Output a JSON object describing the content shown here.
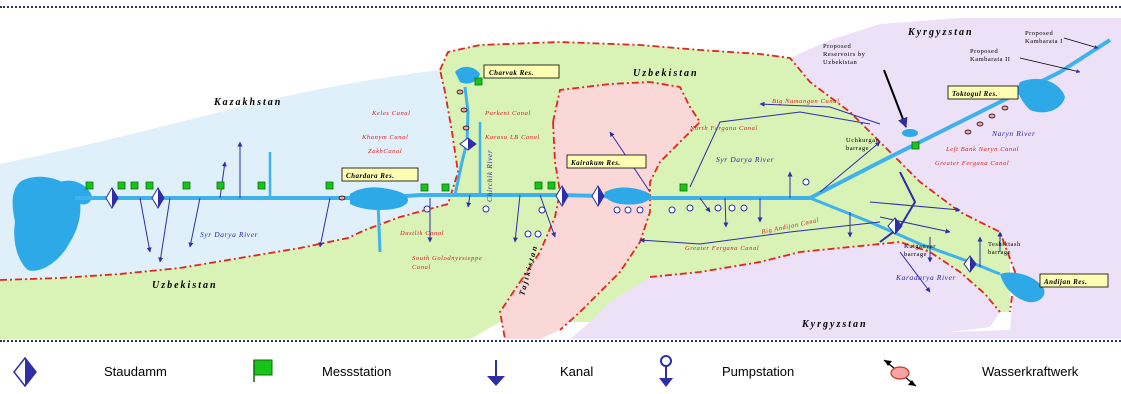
{
  "countries": {
    "kazakhstan": "Kazakhstan",
    "uzbekistan_north": "Uzbekistan",
    "uzbekistan_south": "Uzbekistan",
    "kyrgyzstan_north": "Kyrgyzstan",
    "kyrgyzstan_south": "Kyrgyzstan",
    "tajikistan": "Tajikistan"
  },
  "reservoirs": {
    "charvak": "Charvak Res.",
    "chardara": "Chardara Res.",
    "kairakum": "Kairakum Res.",
    "toktogul": "Toktogul Res.",
    "andijan": "Andijan Res."
  },
  "canals": {
    "keles": "Keles Canal",
    "parkent": "Parkent Canal",
    "khanym": "Khanym Canal",
    "karasu": "Karasu LB Canal",
    "zakh": "ZakhCanal",
    "dustlik": "Dustlik Canal",
    "south_golod_1": "South Golodnyesteppe",
    "south_golod_2": "Canal",
    "north_fergana": "North Fergana Canal",
    "big_namangan": "Big Namangan Canal",
    "left_bank_naryn": "Left Bank Naryn Canal",
    "greater_fergana_1": "Greater Fergana Canal",
    "greater_fergana_2": "Greater Fergana Canal",
    "big_andijan": "Big Andijan Canal"
  },
  "rivers": {
    "syr_darya_west": "Syr Darya River",
    "syr_darya_east": "Syr Darya River",
    "chirchik": "Chirchik River",
    "naryn": "Naryn River",
    "karadarya": "Karadarya River"
  },
  "notes": {
    "proposed_res_1": "Proposed",
    "proposed_res_2": "Reservoirs by",
    "proposed_res_3": "Uzbekistan",
    "kambarata1_1": "Proposed",
    "kambarata1_2": "Kambarata I",
    "kambarata2_1": "Proposed",
    "kambarata2_2": "Kambarata II",
    "uchkurgan_1": "Uchkurgan",
    "uchkurgan_2": "barrage",
    "kuiganyar_1": "Kuiganyar",
    "kuiganyar_2": "barrage",
    "teshiktash_1": "Teshiktash",
    "teshiktash_2": "barrage"
  },
  "legend": {
    "dam": "Staudamm",
    "gauge": "Messstation",
    "canal": "Kanal",
    "pump": "Pumpstation",
    "hydro": "Wasserkraftwerk"
  },
  "colors": {
    "kazakhstan": "#dff0fb",
    "uzbekistan": "#d9f2b6",
    "tajikistan": "#fbd8d8",
    "kyrgyzstan": "#ece1f7",
    "river": "#3fb2ec",
    "arrow": "#2e2ea6",
    "border": "#e0261e",
    "gauge": "#19c41a",
    "label_bg": "#fdfdb4"
  }
}
